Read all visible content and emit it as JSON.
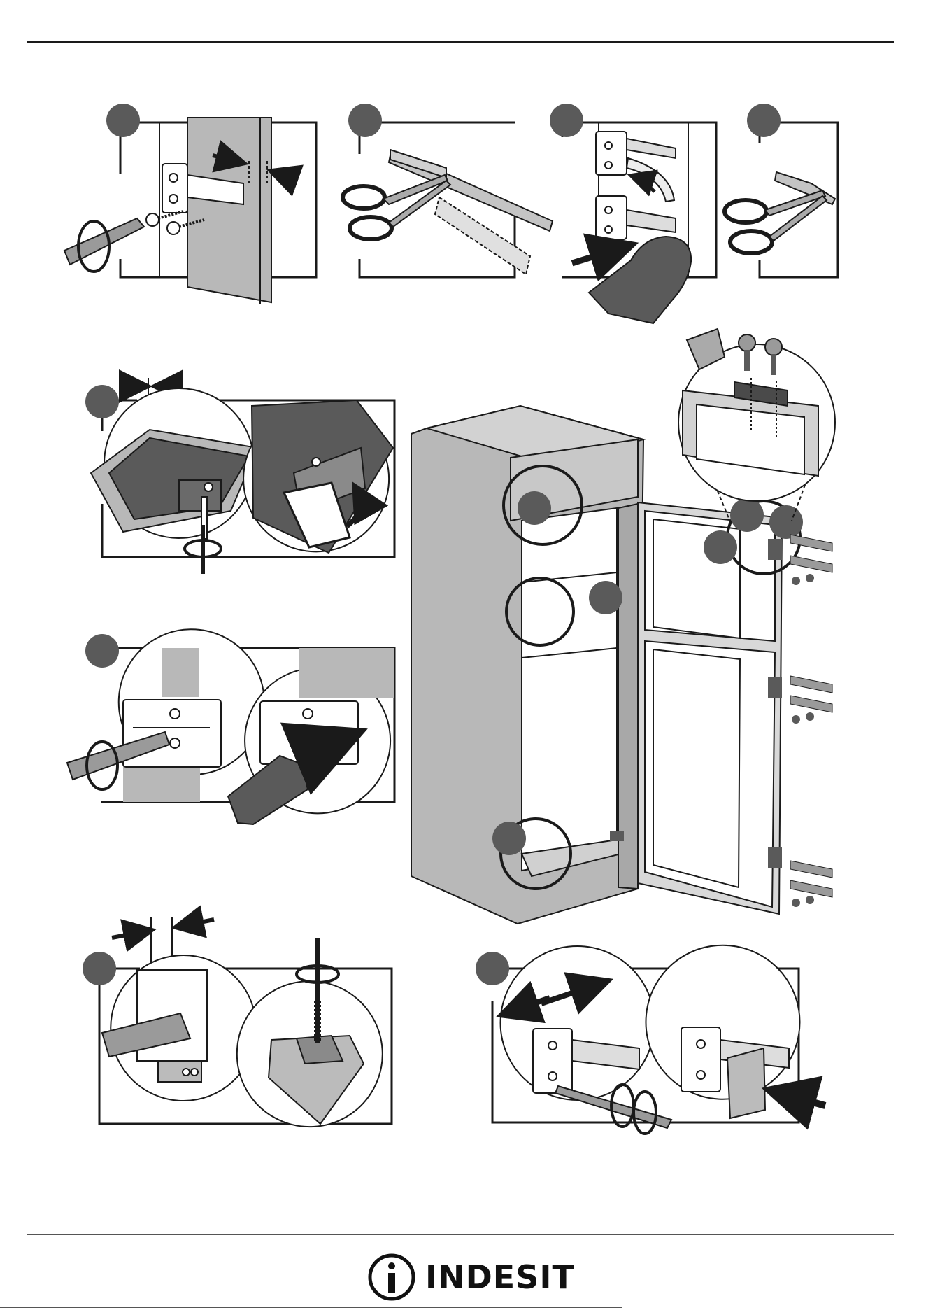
{
  "brand": {
    "name": "INDESIT",
    "emblem_icon": "indesit-i-emblem"
  },
  "colors": {
    "badge": "#5a5a5a",
    "panel_gray": "#b3b3b3",
    "dark_gray": "#575757",
    "line": "#1a1a1a"
  },
  "steps": [
    {
      "id": "screw-bracket"
    },
    {
      "id": "cut-rail"
    },
    {
      "id": "slide-rail"
    },
    {
      "id": "trim-end"
    },
    {
      "id": "top-clip-screw"
    },
    {
      "id": "hinge-cover"
    },
    {
      "id": "bottom-bracket-screw"
    },
    {
      "id": "adjust-rail"
    },
    {
      "id": "overview-fridge"
    }
  ]
}
